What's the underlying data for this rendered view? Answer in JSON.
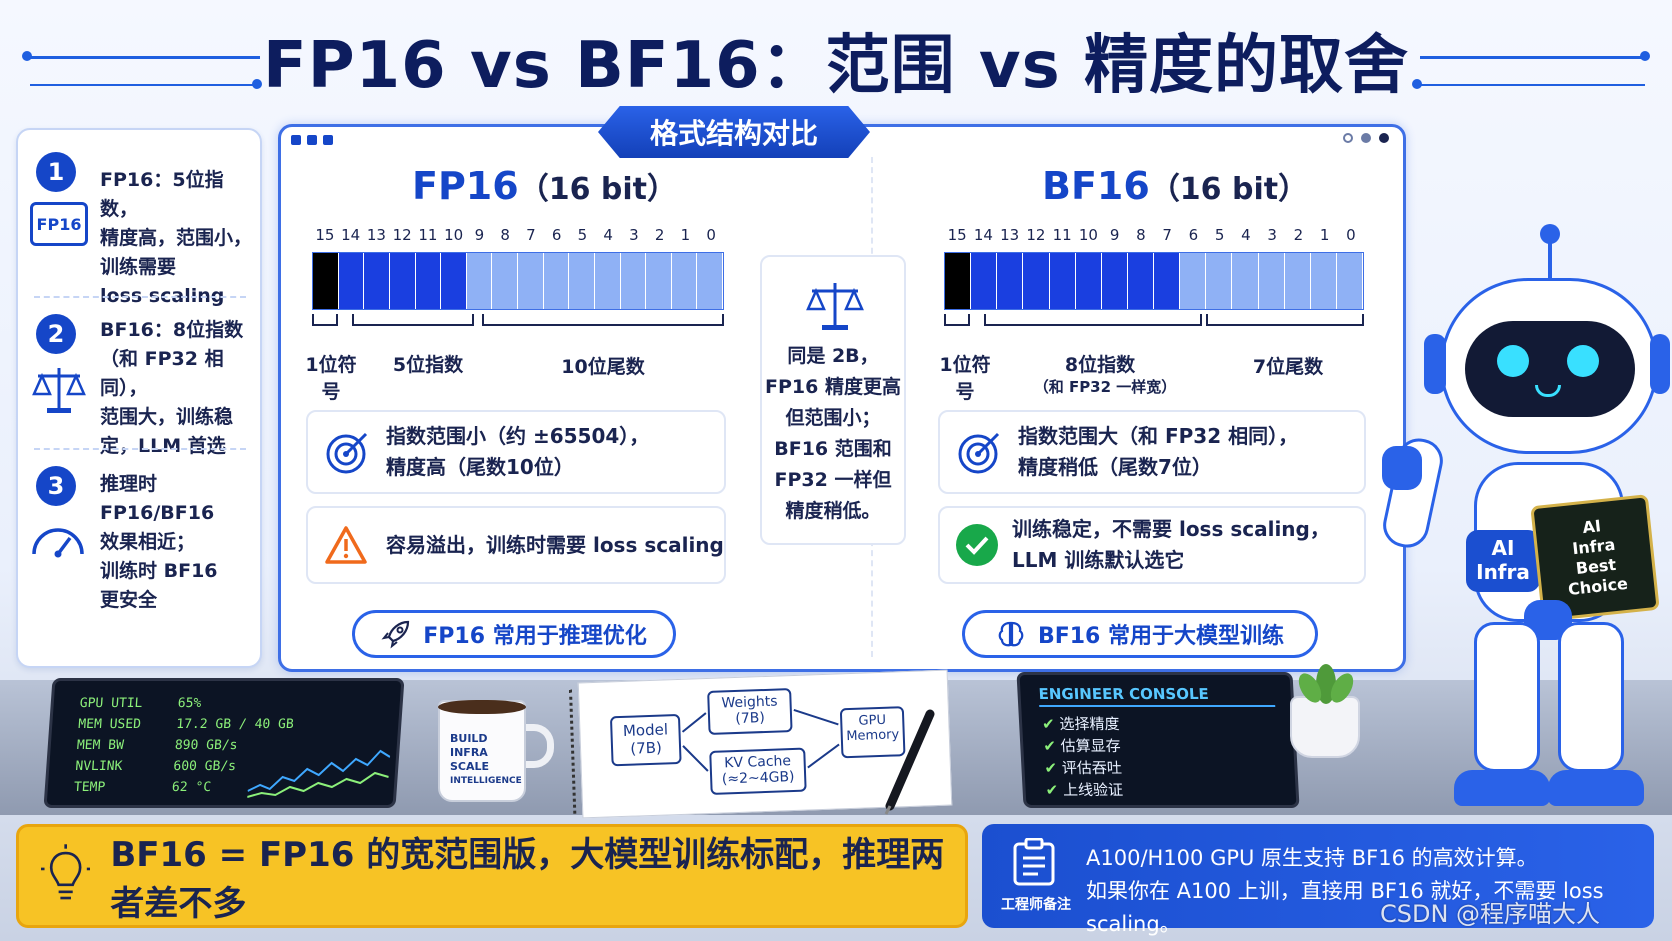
{
  "title": "FP16 vs BF16：范围 vs 精度的取舍",
  "left_panel": {
    "items": [
      {
        "num": "1",
        "icon_label": "FP16",
        "lines": [
          "FP16：5位指数，",
          "精度高，范围小，",
          "训练需要",
          "loss scaling"
        ]
      },
      {
        "num": "2",
        "lines": [
          "BF16：8位指数",
          "（和 FP32 相同），",
          "范围大，训练稳",
          "定，LLM 首选"
        ]
      },
      {
        "num": "3",
        "lines": [
          "推理时",
          "FP16/BF16",
          "效果相近；",
          "训练时 BF16",
          "更安全"
        ]
      }
    ]
  },
  "main_header": "格式结构对比",
  "fp16": {
    "name": "FP16",
    "bits_label": "（16 bit）",
    "bit_numbers": [
      "15",
      "14",
      "13",
      "12",
      "11",
      "10",
      "9",
      "8",
      "7",
      "6",
      "5",
      "4",
      "3",
      "2",
      "1",
      "0"
    ],
    "field_labels": {
      "sign": "1位符号",
      "exponent": "5位指数",
      "mantissa": "10位尾数"
    },
    "info1": [
      "指数范围小（约 ±65504），",
      "精度高（尾数10位）"
    ],
    "info2": "容易溢出，训练时需要 loss scaling",
    "button": "FP16 常用于推理优化"
  },
  "bf16": {
    "name": "BF16",
    "bits_label": "（16 bit）",
    "bit_numbers": [
      "15",
      "14",
      "13",
      "12",
      "11",
      "10",
      "9",
      "8",
      "7",
      "6",
      "5",
      "4",
      "3",
      "2",
      "1",
      "0"
    ],
    "field_labels": {
      "sign": "1位符号",
      "exponent": "8位指数",
      "exponent_note": "（和 FP32 一样宽）",
      "mantissa": "7位尾数"
    },
    "info1": [
      "指数范围大（和 FP32 相同），",
      "精度稍低（尾数7位）"
    ],
    "info2": [
      "训练稳定，不需要 loss scaling，",
      "LLM 训练默认选它"
    ],
    "button": "BF16 常用于大模型训练"
  },
  "middle_card": [
    "同是 2B，",
    "FP16 精度更高",
    "但范围小；",
    "BF16 范围和",
    "FP32 一样但",
    "精度稍低。"
  ],
  "gpu_monitor": {
    "rows": [
      {
        "k": "GPU UTIL",
        "v": "65%"
      },
      {
        "k": "MEM USED",
        "v": "17.2 GB / 40 GB"
      },
      {
        "k": "MEM BW",
        "v": "890 GB/s"
      },
      {
        "k": "NVLINK",
        "v": "600 GB/s"
      },
      {
        "k": "TEMP",
        "v": "62 °C"
      }
    ]
  },
  "mug_text": [
    "BUILD",
    "INFRA",
    "SCALE",
    "INTELLIGENCE"
  ],
  "notebook": {
    "model": [
      "Model",
      "(7B)"
    ],
    "weights": [
      "Weights",
      "(7B)"
    ],
    "kv": [
      "KV Cache",
      "(≈2~4GB)"
    ],
    "gpu": [
      "GPU",
      "Memory"
    ]
  },
  "console": {
    "title": "ENGINEER CONSOLE",
    "items": [
      "选择精度",
      "估算显存",
      "评估吞吐",
      "上线验证"
    ]
  },
  "robot": {
    "badge": [
      "AI",
      "Infra"
    ],
    "chip": [
      "AI",
      "Infra",
      "Best",
      "Choice"
    ]
  },
  "bottom_left": "BF16 = FP16 的宽范围版，大模型训练标配，推理两者差不多",
  "bottom_right": {
    "icon_label": "工程师备注",
    "line1": "A100/H100 GPU 原生支持 BF16 的高效计算。",
    "line2": "如果你在 A100 上训，直接用 BF16 就好，不需要 loss scaling。"
  },
  "watermark": "CSDN @程序喵大人",
  "colors": {
    "accent": "#1546c8",
    "sign_bit": "#000000",
    "exponent_bit": "#1a3fe0",
    "mantissa_bit": "#8fb1f5",
    "gold": "#f7c325"
  }
}
